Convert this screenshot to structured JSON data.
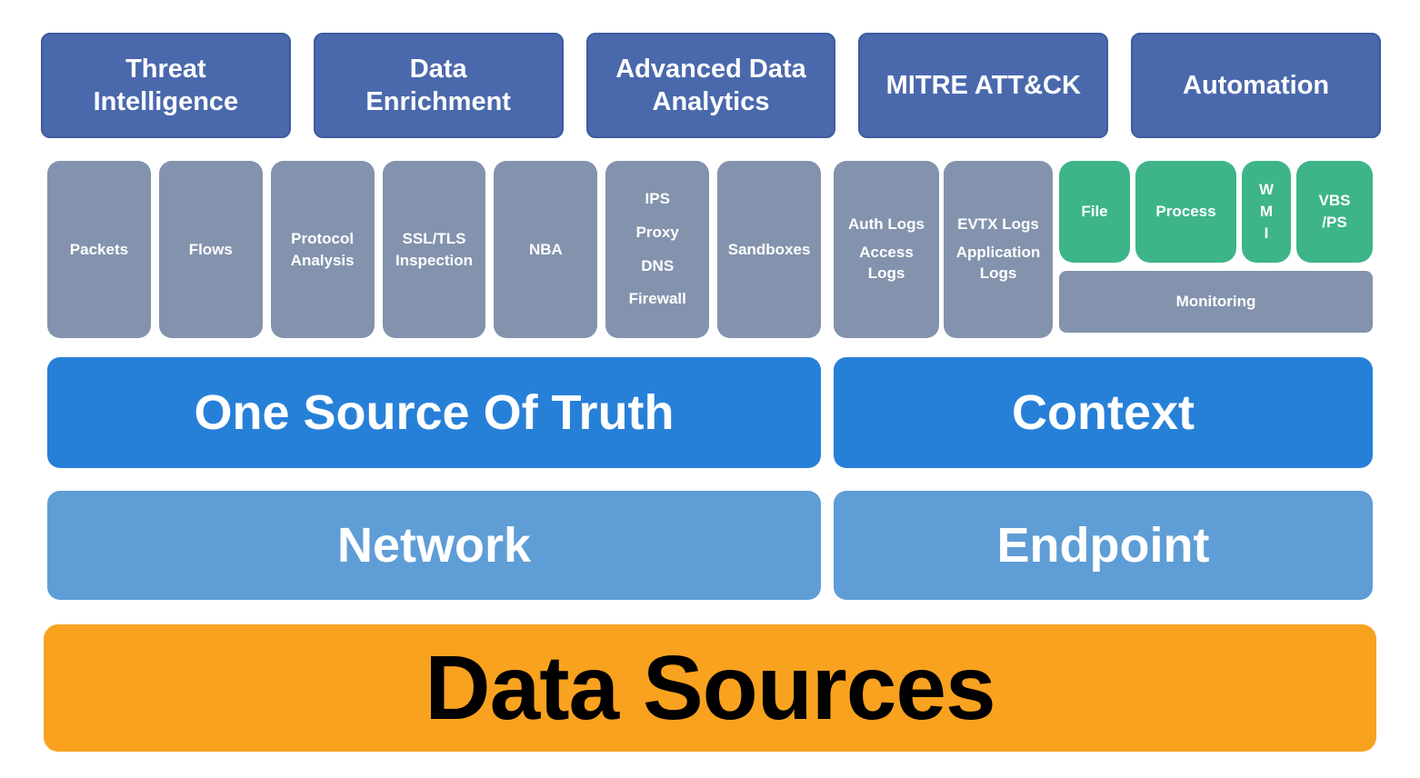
{
  "colors": {
    "capability_blue": "#4A69AD",
    "capability_border": "#3E5A9E",
    "slate_gray": "#8393AD",
    "mint_green": "#3DB589",
    "truth_blue": "#2780D8",
    "layer_blue": "#5E9DD6",
    "orange": "#F9A21F",
    "text_light": "#FFFFFF",
    "text_dark": "#000000"
  },
  "capabilities": {
    "items": [
      "Threat\nIntelligence",
      "Data\nEnrichment",
      "Advanced Data\nAnalytics",
      "MITRE ATT&CK",
      "Automation"
    ]
  },
  "sources": {
    "network": [
      "Packets",
      "Flows",
      "Protocol\nAnalysis",
      "SSL/TLS\nInspection",
      "NBA",
      "IPS\nProxy\nDNS\nFirewall",
      "Sandboxes"
    ],
    "endpoint_logs": [
      {
        "lines": [
          "Auth Logs",
          "Access\nLogs"
        ]
      },
      {
        "lines": [
          "EVTX Logs",
          "Application\nLogs"
        ]
      }
    ],
    "endpoint_telemetry": [
      "File",
      "Process",
      "W\nM\nI",
      "VBS\n/PS"
    ],
    "monitoring": "Monitoring"
  },
  "truth_row": {
    "left": "One Source Of Truth",
    "right": "Context"
  },
  "layer_row": {
    "left": "Network",
    "right": "Endpoint"
  },
  "base_row": {
    "label": "Data Sources"
  }
}
